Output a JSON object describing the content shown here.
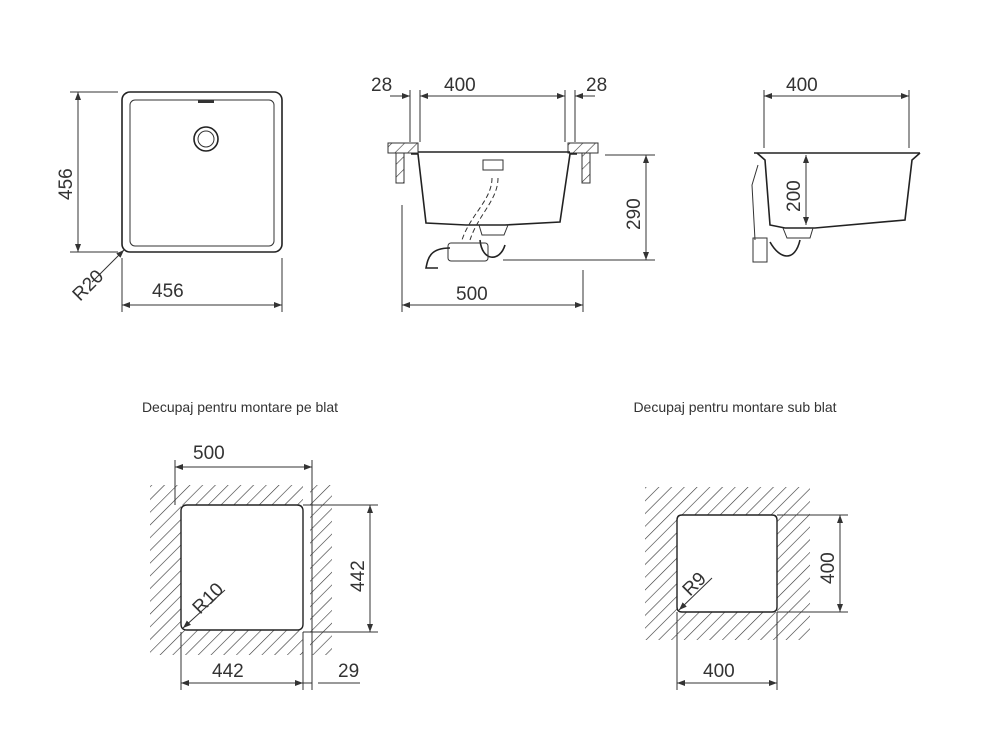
{
  "top_view": {
    "width": "456",
    "height": "456",
    "radius": "R20"
  },
  "front_view": {
    "rim_left": "28",
    "bowl_width": "400",
    "rim_right": "28",
    "depth": "290",
    "overall_width": "500"
  },
  "side_view": {
    "bowl_width": "400",
    "bowl_depth": "200"
  },
  "cutout_top_mount": {
    "caption": "Decupaj pentru montare pe blat",
    "outer_width": "500",
    "height": "442",
    "width": "442",
    "overlap": "29",
    "radius": "R10"
  },
  "cutout_under_mount": {
    "caption": "Decupaj pentru montare sub blat",
    "height": "400",
    "width": "400",
    "radius": "R9"
  }
}
